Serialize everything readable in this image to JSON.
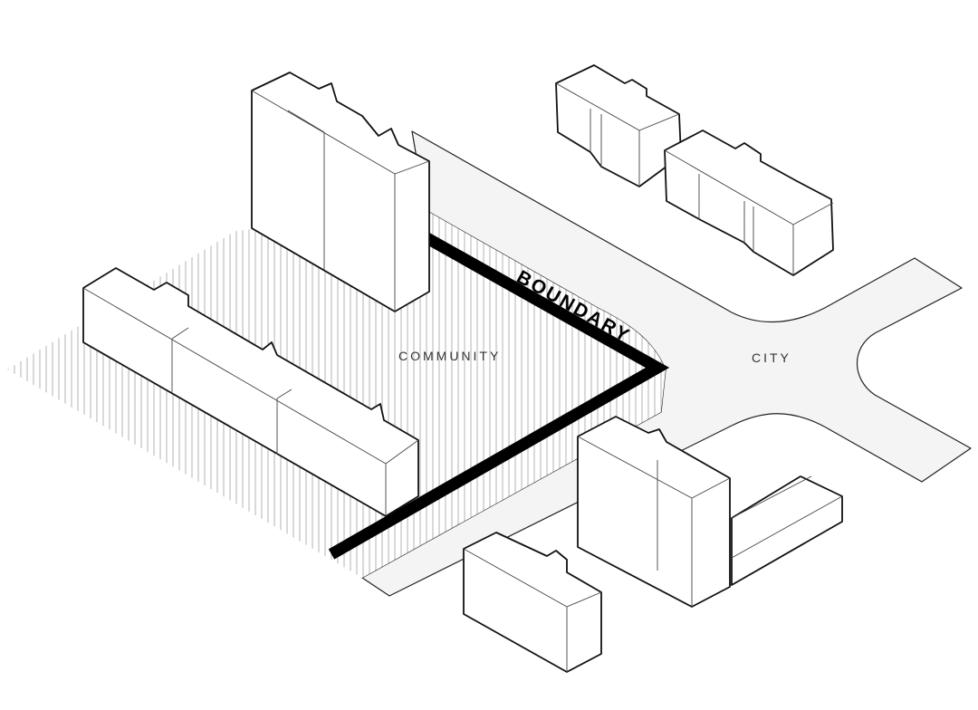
{
  "labels": {
    "community": "COMMUNITY",
    "city": "CITY",
    "boundary": "BOUNDARY"
  },
  "colors": {
    "ink": "#000000",
    "road": "#f4f4f4",
    "paper": "#ffffff",
    "hatch": "#9a9a9a"
  }
}
